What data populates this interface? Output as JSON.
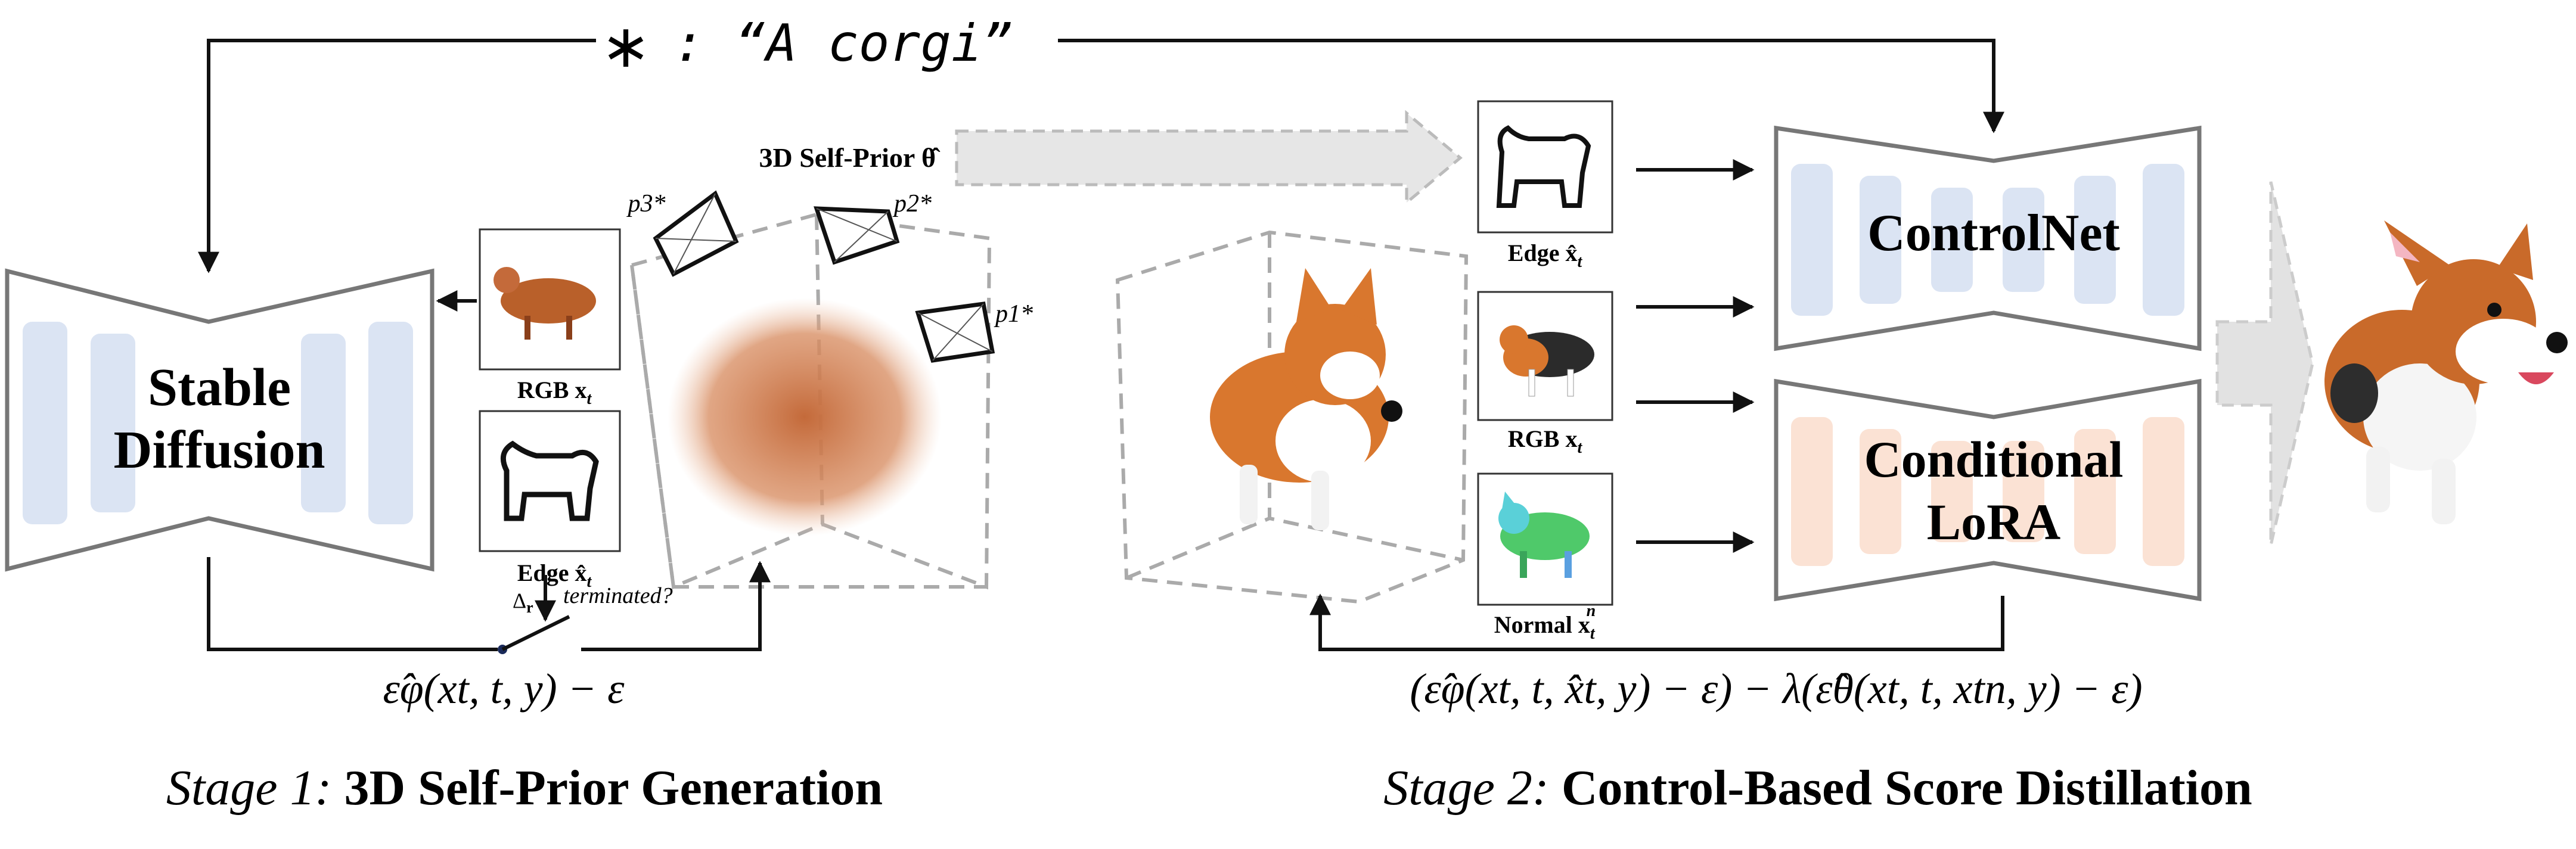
{
  "prompt": {
    "symbol": "∗",
    "text": ": “A corgi”"
  },
  "stage1": {
    "model_line1": "Stable",
    "model_line2": "Diffusion",
    "rgb_label": "RGB x",
    "rgb_sub": "t",
    "edge_label": "Edge x̂",
    "edge_sub": "t",
    "delta_label": "Δ",
    "delta_sub": "r",
    "terminated": "terminated?",
    "formula": "ε̂φ(xt, t, y) − ε",
    "camera_labels": [
      "p3*",
      "p2*",
      "p1*"
    ],
    "caption_italic": "Stage 1:",
    "caption_bold": "3D Self-Prior Generation"
  },
  "transfer_label": "3D Self-Prior θ̂",
  "stage2": {
    "edge_label": "Edge x̂",
    "edge_sub": "t",
    "rgb_label": "RGB x",
    "rgb_sub": "t",
    "normal_label": "Normal x",
    "normal_sub": "t",
    "normal_sup": "n",
    "controlnet": "ControlNet",
    "lora_line1": "Conditional",
    "lora_line2": "LoRA",
    "formula": "(ε̂φ(xt, t, x̂t, y) − ε) − λ(ε̂θ(xt, t, xtn, y) − ε)",
    "caption_italic": "Stage 2:",
    "caption_bold": "Control-Based Score Distillation"
  },
  "colors": {
    "blue_block": "#dbe4f3",
    "peach_block": "#fbe2d4",
    "corgi_orange": "#d9772e",
    "normal_green": "#4fc96a"
  }
}
